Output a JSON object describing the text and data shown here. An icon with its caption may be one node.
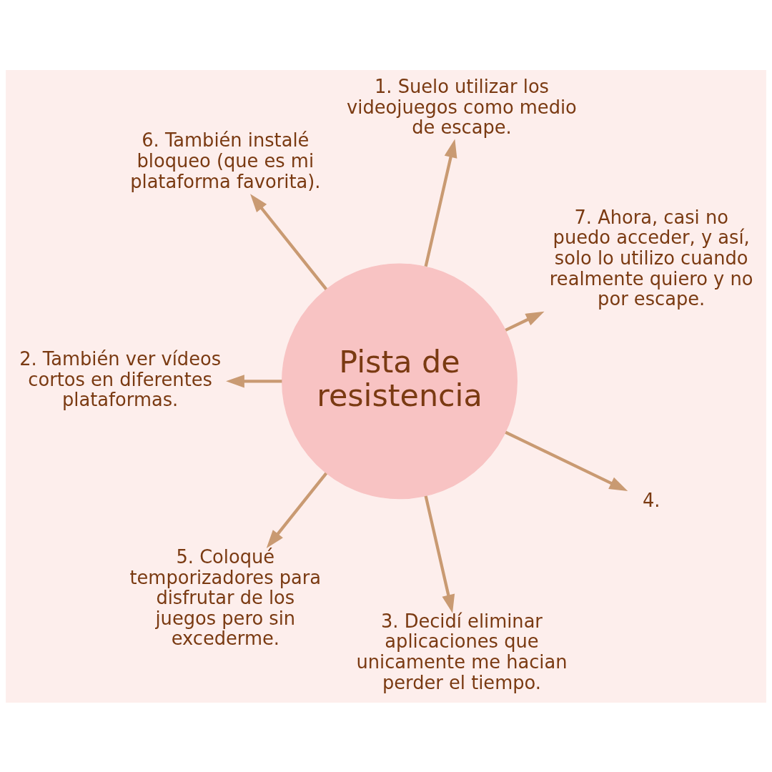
{
  "diagram": {
    "nodes": [
      {
        "text": [
          "Pista de",
          "resistencia"
        ]
      },
      {
        "text": [
          "7. Ahora, casi no puedo acceder, y así, solo lo utilizo cuando realmente quiero y no por escape."
        ]
      },
      {
        "text": [
          "1. Suelo utilizar los videojuegos como medio de escape."
        ]
      },
      {
        "text": [
          "6. También instalé bloqueo (que es mi plataforma favorita)."
        ]
      },
      {
        "text": [
          "2. También ver vídeos cortos en diferentes plataformas."
        ]
      },
      {
        "text": [
          "5. Coloqué temporizadores para disfrutar de los juegos pero sin excederme."
        ]
      },
      {
        "text": [
          "3. Decidí eliminar aplicaciones que unicamente me hacian perder el tiempo."
        ]
      },
      {
        "text": [
          "4."
        ]
      }
    ],
    "edges": [
      {
        "from": 0,
        "to": 2,
        "arrow": "to"
      },
      {
        "from": 0,
        "to": 4,
        "arrow": "to"
      },
      {
        "from": 0,
        "to": 6,
        "arrow": "to"
      },
      {
        "from": 0,
        "to": 7,
        "arrow": "to"
      },
      {
        "from": 0,
        "to": 5,
        "arrow": "to"
      },
      {
        "from": 0,
        "to": 3,
        "arrow": "to"
      },
      {
        "from": 0,
        "to": 1,
        "arrow": "to"
      }
    ]
  }
}
